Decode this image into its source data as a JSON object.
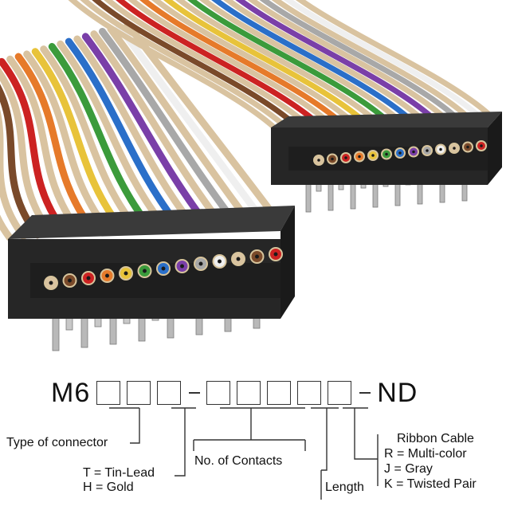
{
  "part_number": {
    "prefix": "M6",
    "suffix": "ND",
    "group1_boxes": 3,
    "group2_boxes": 5
  },
  "legend": {
    "type_of_connector": "Type of connector",
    "tin_lead": "T = Tin-Lead",
    "gold": "H = Gold",
    "no_of_contacts": "No. of Contacts",
    "length": "Length",
    "ribbon_cable": "Ribbon Cable",
    "multi_color": "R = Multi-color",
    "gray": "J = Gray",
    "twisted_pair": "K = Twisted Pair"
  },
  "colors": {
    "wires": [
      "#d9c3a0",
      "#7a4a2a",
      "#cc2222",
      "#e67a2a",
      "#e8c33a",
      "#3b9b3b",
      "#2a6fc9",
      "#7a3fa8",
      "#a8a8a8",
      "#efefef"
    ],
    "housing": "#2a2a2a"
  }
}
